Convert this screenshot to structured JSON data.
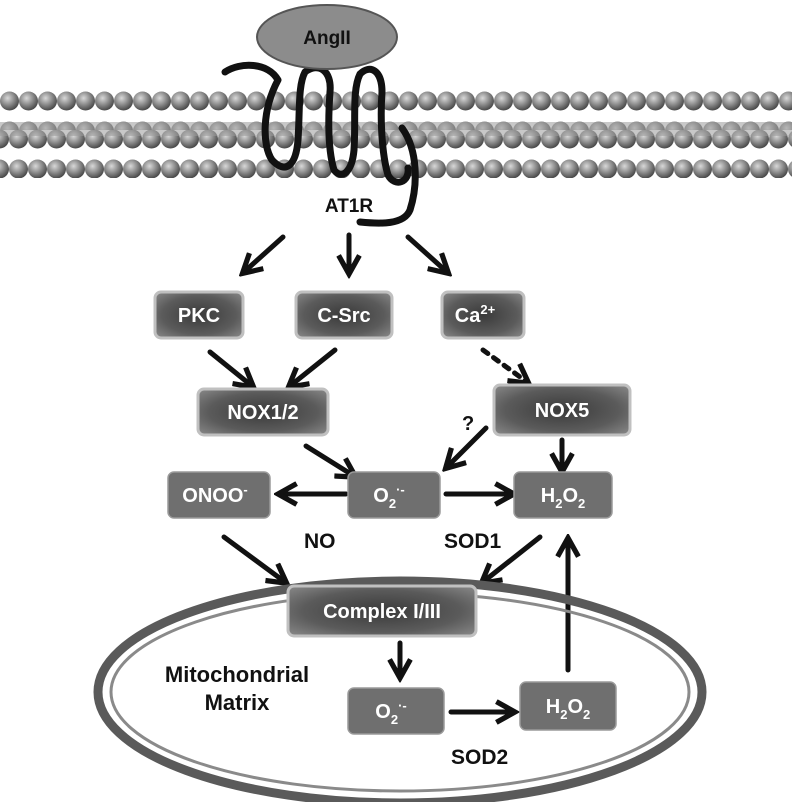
{
  "ligand": {
    "label": "AngII"
  },
  "receptor": {
    "label": "AT1R"
  },
  "nodes": {
    "pkc": "PKC",
    "csrc": "C-Src",
    "ca": {
      "base": "Ca",
      "sup": "2+"
    },
    "nox12": "NOX1/2",
    "nox5": "NOX5",
    "onoo": {
      "base": "ONOO",
      "sup": "-"
    },
    "o2_cyto": {
      "base": "O",
      "sub": "2",
      "sup": "·-"
    },
    "h2o2_cyto": {
      "a": "H",
      "sub1": "2",
      "b": "O",
      "sub2": "2"
    },
    "complex": "Complex I/III",
    "o2_mito": {
      "base": "O",
      "sub": "2",
      "sup": "·-"
    },
    "h2o2_mito": {
      "a": "H",
      "sub1": "2",
      "b": "O",
      "sub2": "2"
    }
  },
  "edge_labels": {
    "question": "?",
    "no": "NO",
    "sod1": "SOD1",
    "sod2": "SOD2"
  },
  "compartment": {
    "line1": "Mitochondrial",
    "line2": "Matrix"
  },
  "colors": {
    "box_fill": "#6f6f6f",
    "box_fill_dark": "#3e3e3e",
    "box_outline": "#bdbdbd",
    "arrow": "#111111",
    "membrane_bead": "#8a8a8a",
    "ellipse_ring": "#5a5a5a"
  }
}
